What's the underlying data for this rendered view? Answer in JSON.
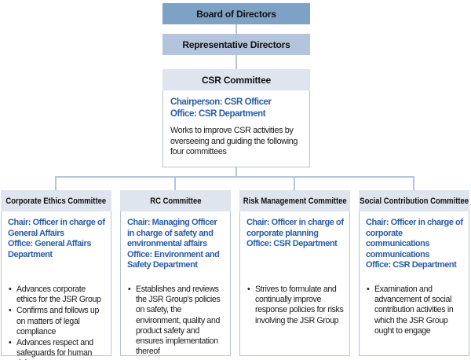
{
  "colors": {
    "board_box": "#7ea2c6",
    "representative_box": "#b3c4dc",
    "header_bg": "#dee5ef",
    "line": "#b6c4d8",
    "accent_blue": "#2a5ea7",
    "text": "#1a1a1a"
  },
  "top_nodes": {
    "board": "Board of Directors",
    "representative": "Representative Directors"
  },
  "csr_committee": {
    "title": "CSR Committee",
    "chairperson": "Chairperson: CSR Officer",
    "office": "Office: CSR Department",
    "description": "Works to improve CSR activities by overseeing and guiding the following four committees"
  },
  "committees": [
    {
      "title": "Corporate Ethics Committee",
      "chair": "Chair: Officer in charge of General Affairs",
      "office": "Office: General Affairs Department",
      "bullets": [
        "Advances corporate ethics for the JSR Group",
        "Confirms and follows up on matters of legal compliance",
        "Advances respect and safeguards for human rights"
      ]
    },
    {
      "title": "RC Committee",
      "chair": "Chair: Managing Officer in charge of safety and environmental affairs",
      "office": "Office: Environment and Safety Department",
      "bullets": [
        "Establishes and reviews the JSR Group’s policies on safety, the environment, quality and product safety and ensures implementation thereof"
      ]
    },
    {
      "title": "Risk Management Committee",
      "chair": "Chair: Officer in charge of corporate planning",
      "office": "Office: CSR Department",
      "bullets": [
        "Strives to formulate and continually improve response policies for risks involving the JSR Group"
      ]
    },
    {
      "title": "Social Contribution Committee",
      "chair": "Chair: Officer in charge of corporate communications communications",
      "office": "Office: CSR Department",
      "bullets": [
        "Examination and advancement of social contribution activities in which the JSR Group ought to engage"
      ]
    }
  ]
}
